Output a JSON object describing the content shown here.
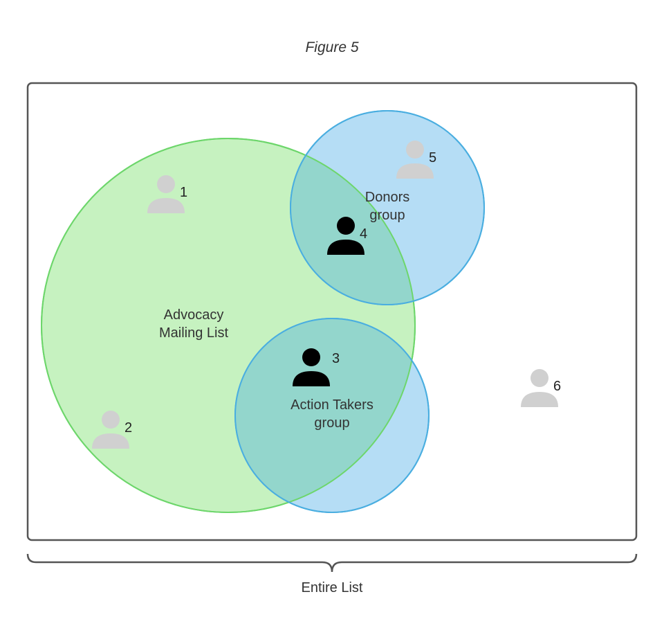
{
  "figure_title": "Figure 5",
  "frame_label": "Entire List",
  "groups": {
    "advocacy": {
      "line1": "Advocacy",
      "line2": "Mailing List",
      "fill": "#c6f2c0",
      "stroke": "#6dd66b"
    },
    "donors": {
      "line1": "Donors",
      "line2": "group",
      "fill": "#b5ddf5",
      "stroke": "#4aaee0"
    },
    "action_takers": {
      "line1": "Action Takers",
      "line2": "group",
      "fill": "#b5ddf5",
      "stroke": "#4aaee0"
    }
  },
  "overlap_fill": "#93d6cc",
  "people": [
    {
      "number": "1",
      "highlighted": false
    },
    {
      "number": "2",
      "highlighted": false
    },
    {
      "number": "3",
      "highlighted": true
    },
    {
      "number": "4",
      "highlighted": true
    },
    {
      "number": "5",
      "highlighted": false
    },
    {
      "number": "6",
      "highlighted": false
    }
  ],
  "colors": {
    "person_default": "#d0d0d0",
    "person_highlighted": "#000000",
    "frame": "#555555"
  }
}
